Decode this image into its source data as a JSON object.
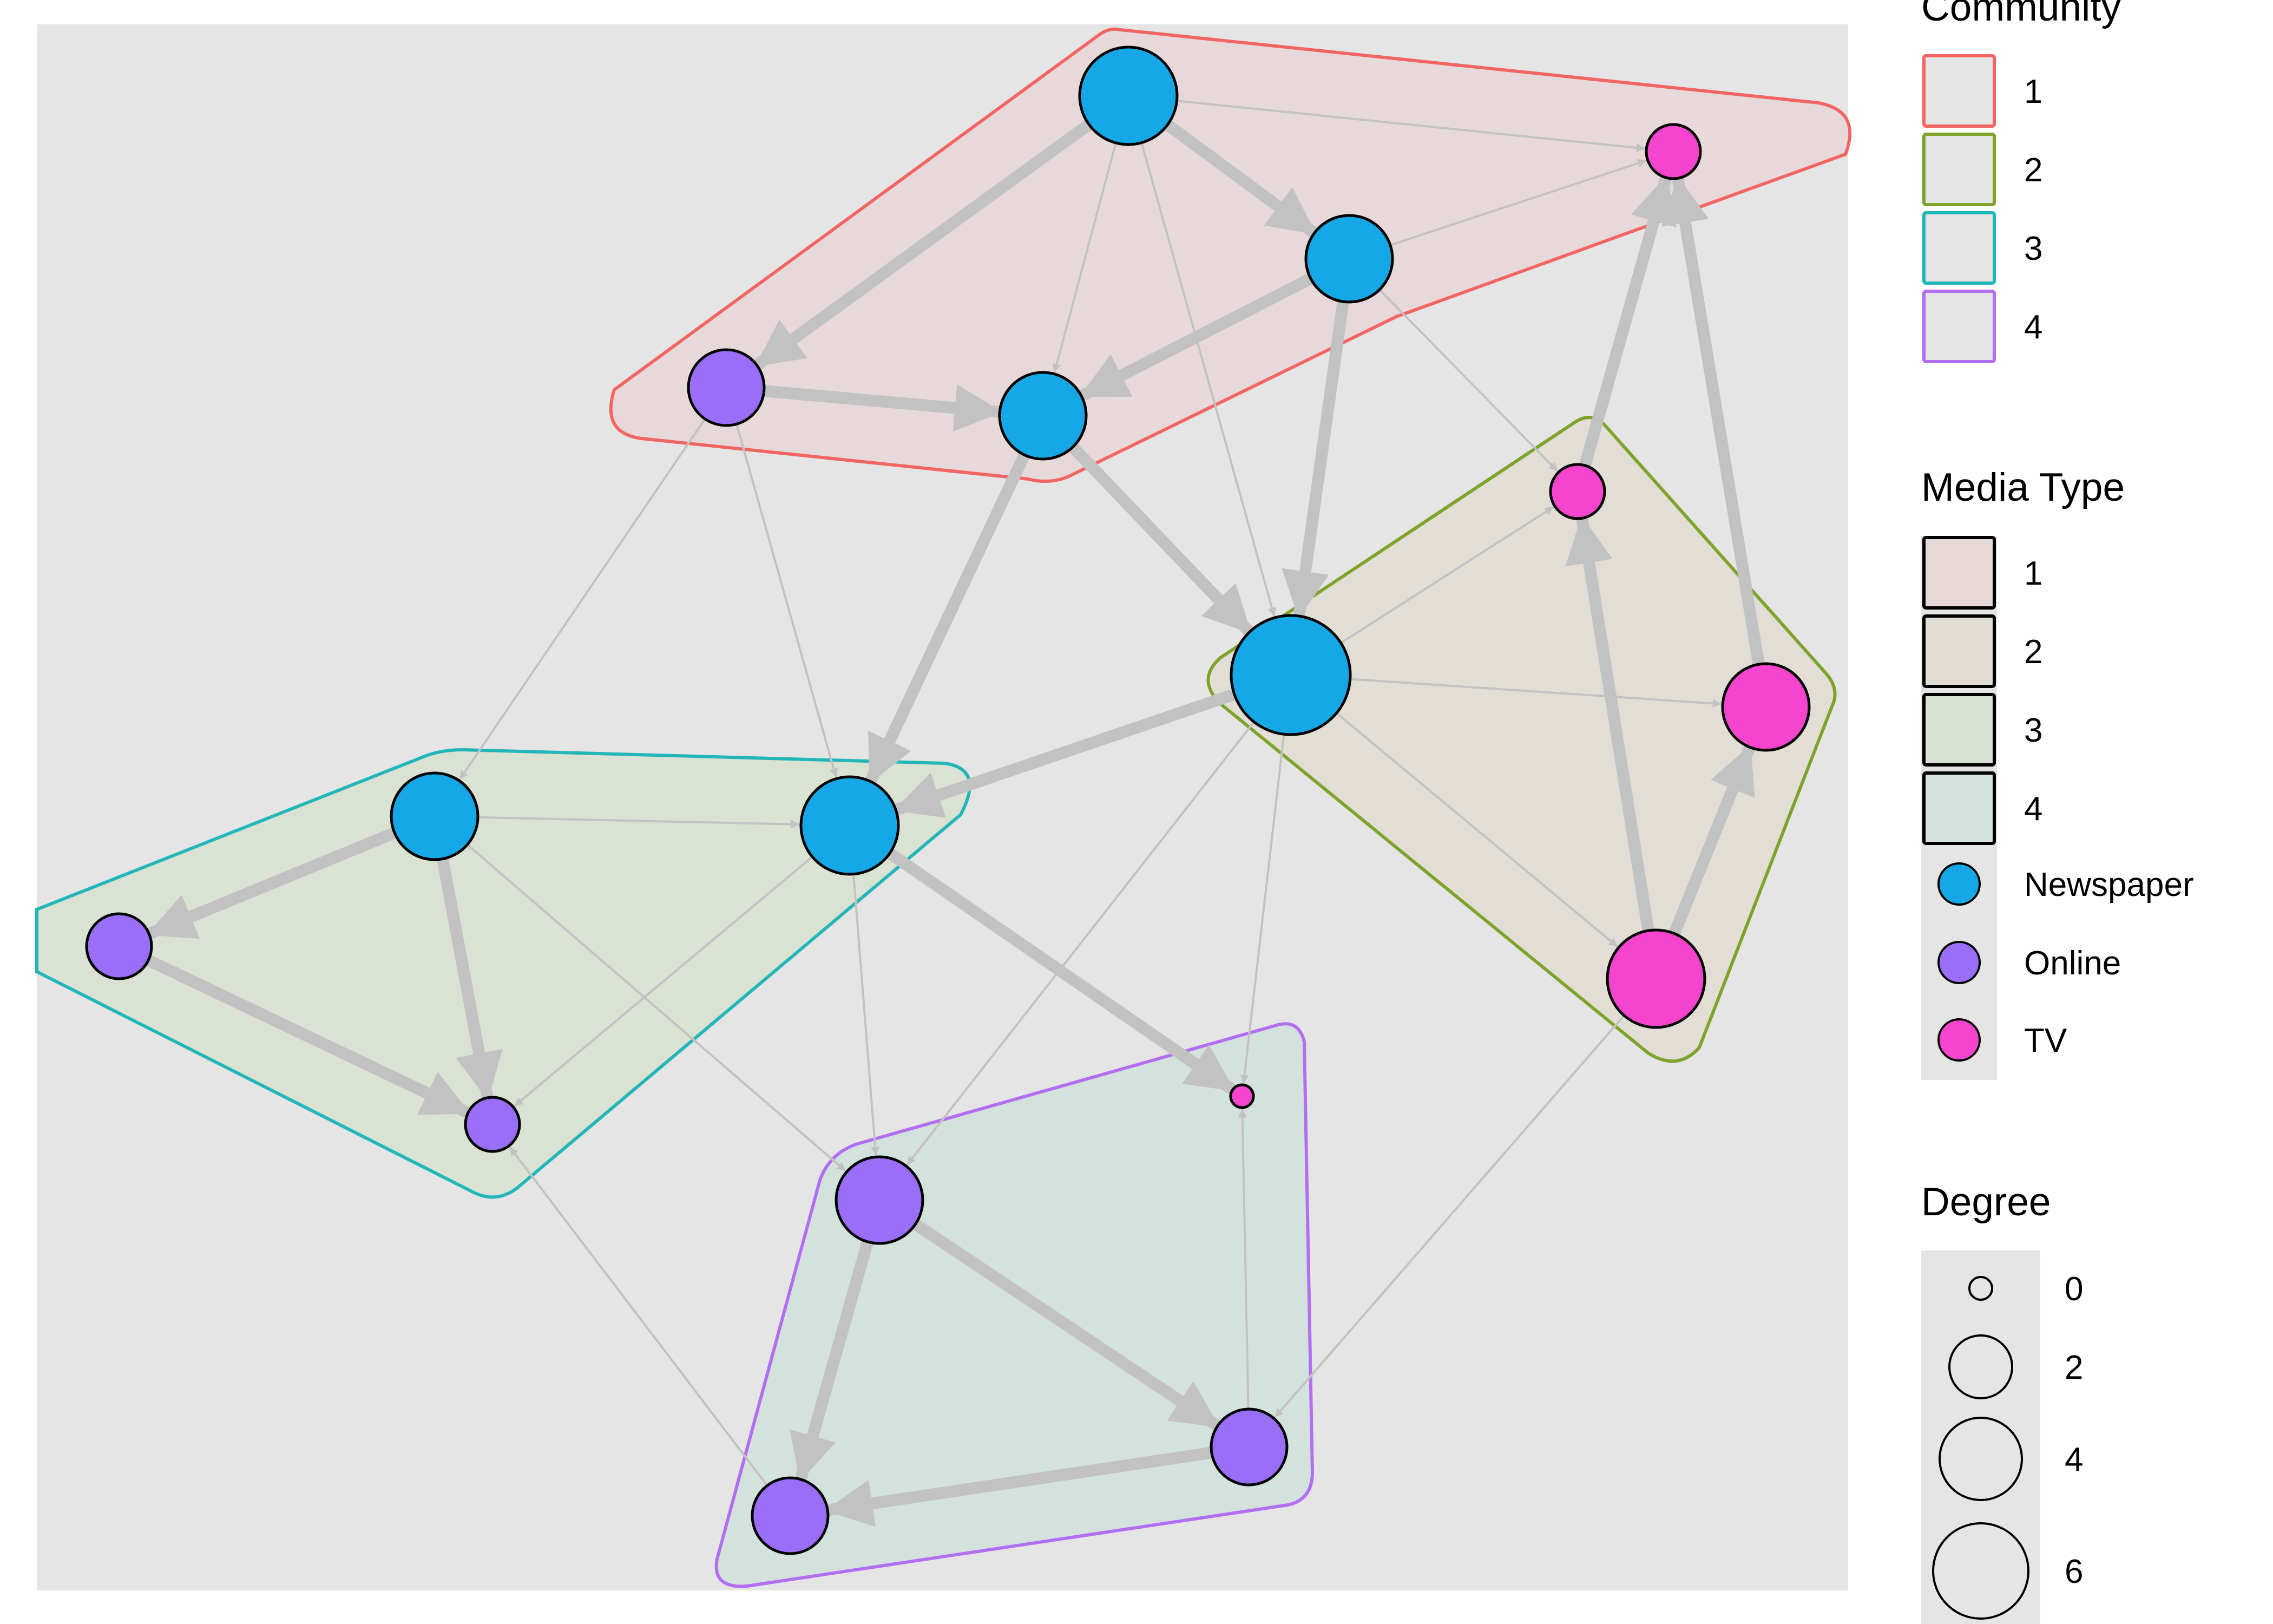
{
  "panel_background": "#e5e5e5",
  "edge_color": "#c2c2c2",
  "communities": {
    "title": "Community",
    "items": [
      {
        "label": "1",
        "color": "#f26563"
      },
      {
        "label": "2",
        "color": "#7ea32a"
      },
      {
        "label": "3",
        "color": "#22b6b8"
      },
      {
        "label": "4",
        "color": "#b36ef2"
      }
    ]
  },
  "media_type": {
    "title": "Media Type",
    "fill_items": [
      {
        "label": "1",
        "fill": "#e7d8d8"
      },
      {
        "label": "2",
        "fill": "#e2ddd4"
      },
      {
        "label": "3",
        "fill": "#d8e1d2"
      },
      {
        "label": "4",
        "fill": "#d3e2dd"
      }
    ],
    "node_items": [
      {
        "label": "Newspaper",
        "color": "#16a8e6"
      },
      {
        "label": "Online",
        "color": "#9a6ef7"
      },
      {
        "label": "TV",
        "color": "#f544cd"
      }
    ]
  },
  "degree": {
    "title": "Degree",
    "items": [
      {
        "label": "0",
        "value": 0
      },
      {
        "label": "2",
        "value": 2
      },
      {
        "label": "4",
        "value": 4
      },
      {
        "label": "6",
        "value": 6
      }
    ]
  },
  "nodes": [
    {
      "id": "n1",
      "type": "Newspaper",
      "community": 1,
      "degree": 5
    },
    {
      "id": "n2",
      "type": "TV",
      "community": 1,
      "degree": 1
    },
    {
      "id": "n3",
      "type": "Newspaper",
      "community": 1,
      "degree": 4
    },
    {
      "id": "n4",
      "type": "Online",
      "community": 1,
      "degree": 3
    },
    {
      "id": "n5",
      "type": "Newspaper",
      "community": 1,
      "degree": 4
    },
    {
      "id": "n6",
      "type": "TV",
      "community": 2,
      "degree": 1
    },
    {
      "id": "n7",
      "type": "Newspaper",
      "community": 2,
      "degree": 7
    },
    {
      "id": "n8",
      "type": "TV",
      "community": 2,
      "degree": 4
    },
    {
      "id": "n9",
      "type": "TV",
      "community": 2,
      "degree": 5
    },
    {
      "id": "n10",
      "type": "Newspaper",
      "community": 3,
      "degree": 4
    },
    {
      "id": "n11",
      "type": "Newspaper",
      "community": 3,
      "degree": 5
    },
    {
      "id": "n12",
      "type": "Online",
      "community": 3,
      "degree": 2
    },
    {
      "id": "n13",
      "type": "Online",
      "community": 3,
      "degree": 1
    },
    {
      "id": "n14",
      "type": "TV",
      "community": 4,
      "degree": 0
    },
    {
      "id": "n15",
      "type": "Online",
      "community": 4,
      "degree": 4
    },
    {
      "id": "n16",
      "type": "Online",
      "community": 4,
      "degree": 3
    },
    {
      "id": "n17",
      "type": "Online",
      "community": 4,
      "degree": 3
    }
  ],
  "edges": [
    {
      "from": "n1",
      "to": "n4",
      "weight": 3
    },
    {
      "from": "n1",
      "to": "n3",
      "weight": 3
    },
    {
      "from": "n1",
      "to": "n2",
      "weight": 1
    },
    {
      "from": "n1",
      "to": "n5",
      "weight": 1
    },
    {
      "from": "n1",
      "to": "n7",
      "weight": 1
    },
    {
      "from": "n3",
      "to": "n2",
      "weight": 1
    },
    {
      "from": "n3",
      "to": "n5",
      "weight": 3
    },
    {
      "from": "n3",
      "to": "n7",
      "weight": 3
    },
    {
      "from": "n3",
      "to": "n6",
      "weight": 1
    },
    {
      "from": "n4",
      "to": "n5",
      "weight": 3
    },
    {
      "from": "n4",
      "to": "n10",
      "weight": 1
    },
    {
      "from": "n4",
      "to": "n11",
      "weight": 1
    },
    {
      "from": "n5",
      "to": "n7",
      "weight": 3
    },
    {
      "from": "n5",
      "to": "n11",
      "weight": 3
    },
    {
      "from": "n6",
      "to": "n2",
      "weight": 3
    },
    {
      "from": "n8",
      "to": "n2",
      "weight": 3
    },
    {
      "from": "n7",
      "to": "n6",
      "weight": 1
    },
    {
      "from": "n7",
      "to": "n8",
      "weight": 1
    },
    {
      "from": "n7",
      "to": "n9",
      "weight": 1
    },
    {
      "from": "n7",
      "to": "n11",
      "weight": 3
    },
    {
      "from": "n7",
      "to": "n14",
      "weight": 1
    },
    {
      "from": "n7",
      "to": "n15",
      "weight": 1
    },
    {
      "from": "n9",
      "to": "n6",
      "weight": 3
    },
    {
      "from": "n9",
      "to": "n8",
      "weight": 3
    },
    {
      "from": "n9",
      "to": "n16",
      "weight": 1
    },
    {
      "from": "n10",
      "to": "n11",
      "weight": 1
    },
    {
      "from": "n10",
      "to": "n12",
      "weight": 3
    },
    {
      "from": "n10",
      "to": "n13",
      "weight": 3
    },
    {
      "from": "n10",
      "to": "n15",
      "weight": 1
    },
    {
      "from": "n11",
      "to": "n13",
      "weight": 1
    },
    {
      "from": "n11",
      "to": "n14",
      "weight": 3
    },
    {
      "from": "n11",
      "to": "n15",
      "weight": 1
    },
    {
      "from": "n12",
      "to": "n13",
      "weight": 3
    },
    {
      "from": "n15",
      "to": "n16",
      "weight": 3
    },
    {
      "from": "n15",
      "to": "n17",
      "weight": 3
    },
    {
      "from": "n16",
      "to": "n17",
      "weight": 3
    },
    {
      "from": "n16",
      "to": "n14",
      "weight": 1
    },
    {
      "from": "n17",
      "to": "n13",
      "weight": 1
    }
  ]
}
